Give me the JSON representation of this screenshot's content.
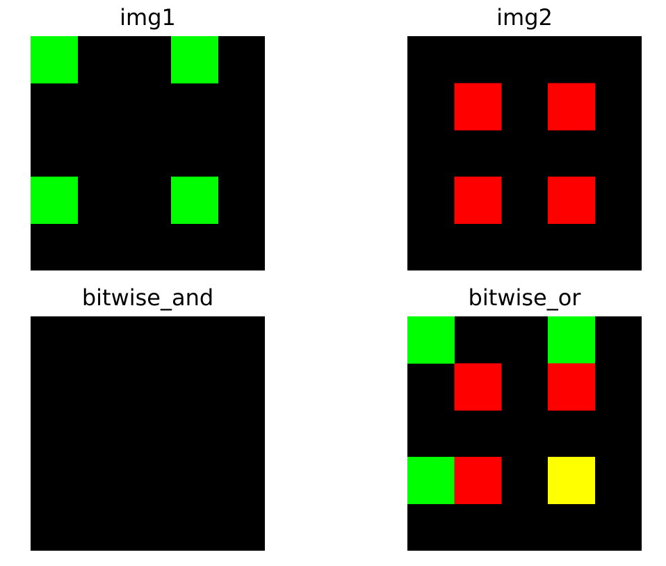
{
  "colors": {
    "background": "#000000",
    "green": "#00ff00",
    "red": "#ff0000",
    "yellow": "#ffff00"
  },
  "grid_size": 5,
  "panels": [
    {
      "title": "img1",
      "cells": [
        {
          "row": 0,
          "col": 0,
          "color": "#00ff00"
        },
        {
          "row": 0,
          "col": 3,
          "color": "#00ff00"
        },
        {
          "row": 3,
          "col": 0,
          "color": "#00ff00"
        },
        {
          "row": 3,
          "col": 3,
          "color": "#00ff00"
        }
      ]
    },
    {
      "title": "img2",
      "cells": [
        {
          "row": 1,
          "col": 1,
          "color": "#ff0000"
        },
        {
          "row": 1,
          "col": 3,
          "color": "#ff0000"
        },
        {
          "row": 3,
          "col": 1,
          "color": "#ff0000"
        },
        {
          "row": 3,
          "col": 3,
          "color": "#ff0000"
        }
      ]
    },
    {
      "title": "bitwise_and",
      "cells": []
    },
    {
      "title": "bitwise_or",
      "cells": [
        {
          "row": 0,
          "col": 0,
          "color": "#00ff00"
        },
        {
          "row": 0,
          "col": 3,
          "color": "#00ff00"
        },
        {
          "row": 1,
          "col": 1,
          "color": "#ff0000"
        },
        {
          "row": 1,
          "col": 3,
          "color": "#ff0000"
        },
        {
          "row": 3,
          "col": 0,
          "color": "#00ff00"
        },
        {
          "row": 3,
          "col": 1,
          "color": "#ff0000"
        },
        {
          "row": 3,
          "col": 3,
          "color": "#ffff00"
        }
      ]
    }
  ]
}
